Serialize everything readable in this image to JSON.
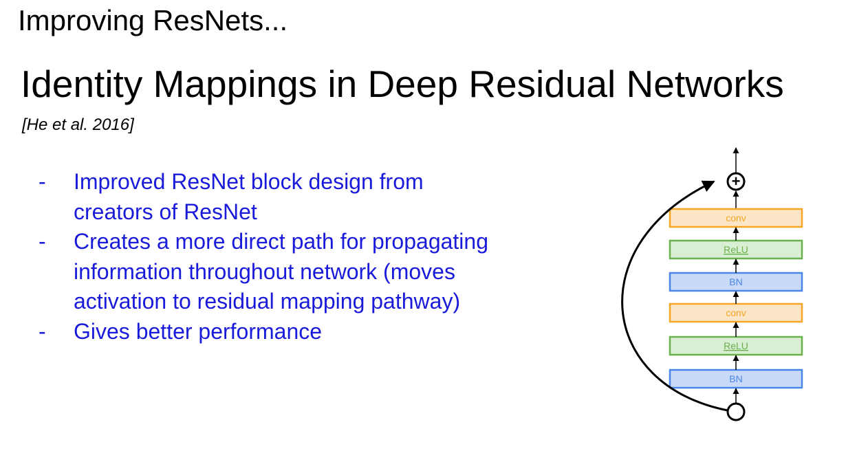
{
  "header": {
    "section_title": "Improving ResNets...",
    "slide_title": "Identity Mappings in Deep Residual Networks",
    "citation": "[He et al. 2016]"
  },
  "bullets": [
    {
      "text": "Improved ResNet block design from creators of ResNet"
    },
    {
      "text": "Creates a more direct path for propagating information throughout network (moves activation to residual mapping pathway)"
    },
    {
      "text": "Gives better performance"
    }
  ],
  "bullet_marker": "-",
  "diagram": {
    "add_symbol": "+",
    "layers_top_to_bottom": [
      {
        "label": "conv",
        "kind": "conv"
      },
      {
        "label": "ReLU",
        "kind": "relu"
      },
      {
        "label": "BN",
        "kind": "bn"
      },
      {
        "label": "conv",
        "kind": "conv"
      },
      {
        "label": "ReLU",
        "kind": "relu"
      },
      {
        "label": "BN",
        "kind": "bn"
      }
    ],
    "colors": {
      "conv_fill": "#fde5c8",
      "conv_stroke": "#f5a623",
      "conv_text": "#f5a623",
      "relu_fill": "#d9efd3",
      "relu_stroke": "#6ab04c",
      "relu_text": "#6ab04c",
      "bn_fill": "#c9daf8",
      "bn_stroke": "#4a86e8",
      "bn_text": "#4a86e8",
      "lines": "#000000"
    }
  }
}
